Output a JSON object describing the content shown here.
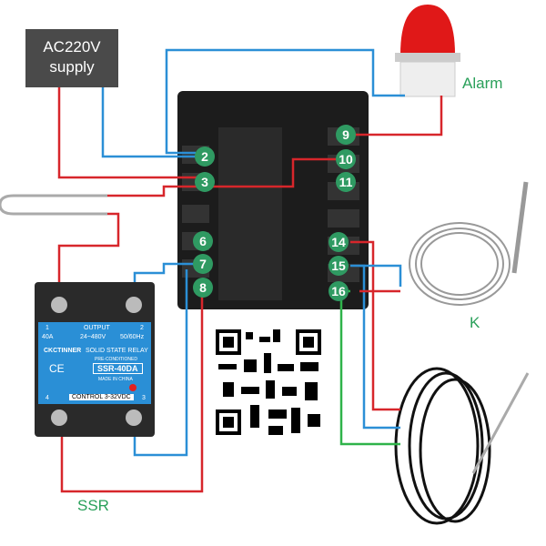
{
  "supply": {
    "line1": "AC220V",
    "line2": "supply"
  },
  "labels": {
    "alarm": "Alarm",
    "ssr": "SSR",
    "k": "K"
  },
  "terminals": [
    "2",
    "3",
    "6",
    "7",
    "8",
    "9",
    "10",
    "11",
    "14",
    "15",
    "16"
  ],
  "ssr": {
    "pin1": "1",
    "pin2": "2",
    "output": "OUTPUT",
    "current": "40A",
    "voltage": "24~480V",
    "freq": "50/60Hz",
    "brand": "CKCTINNER",
    "title": "SOLID STATE RELAY",
    "subtitle": "PRE-CONDITIONED",
    "ce": "CE",
    "model": "SSR-40DA",
    "made": "MADE IN CHINA",
    "control": "CONTROL 3-32VDC",
    "pin4": "4",
    "pin3": "3"
  },
  "colors": {
    "red_wire": "#d7262b",
    "blue_wire": "#2b8fd6",
    "green_wire": "#2fb34a",
    "terminal": "#2f9a62",
    "label": "#2aa05a"
  }
}
